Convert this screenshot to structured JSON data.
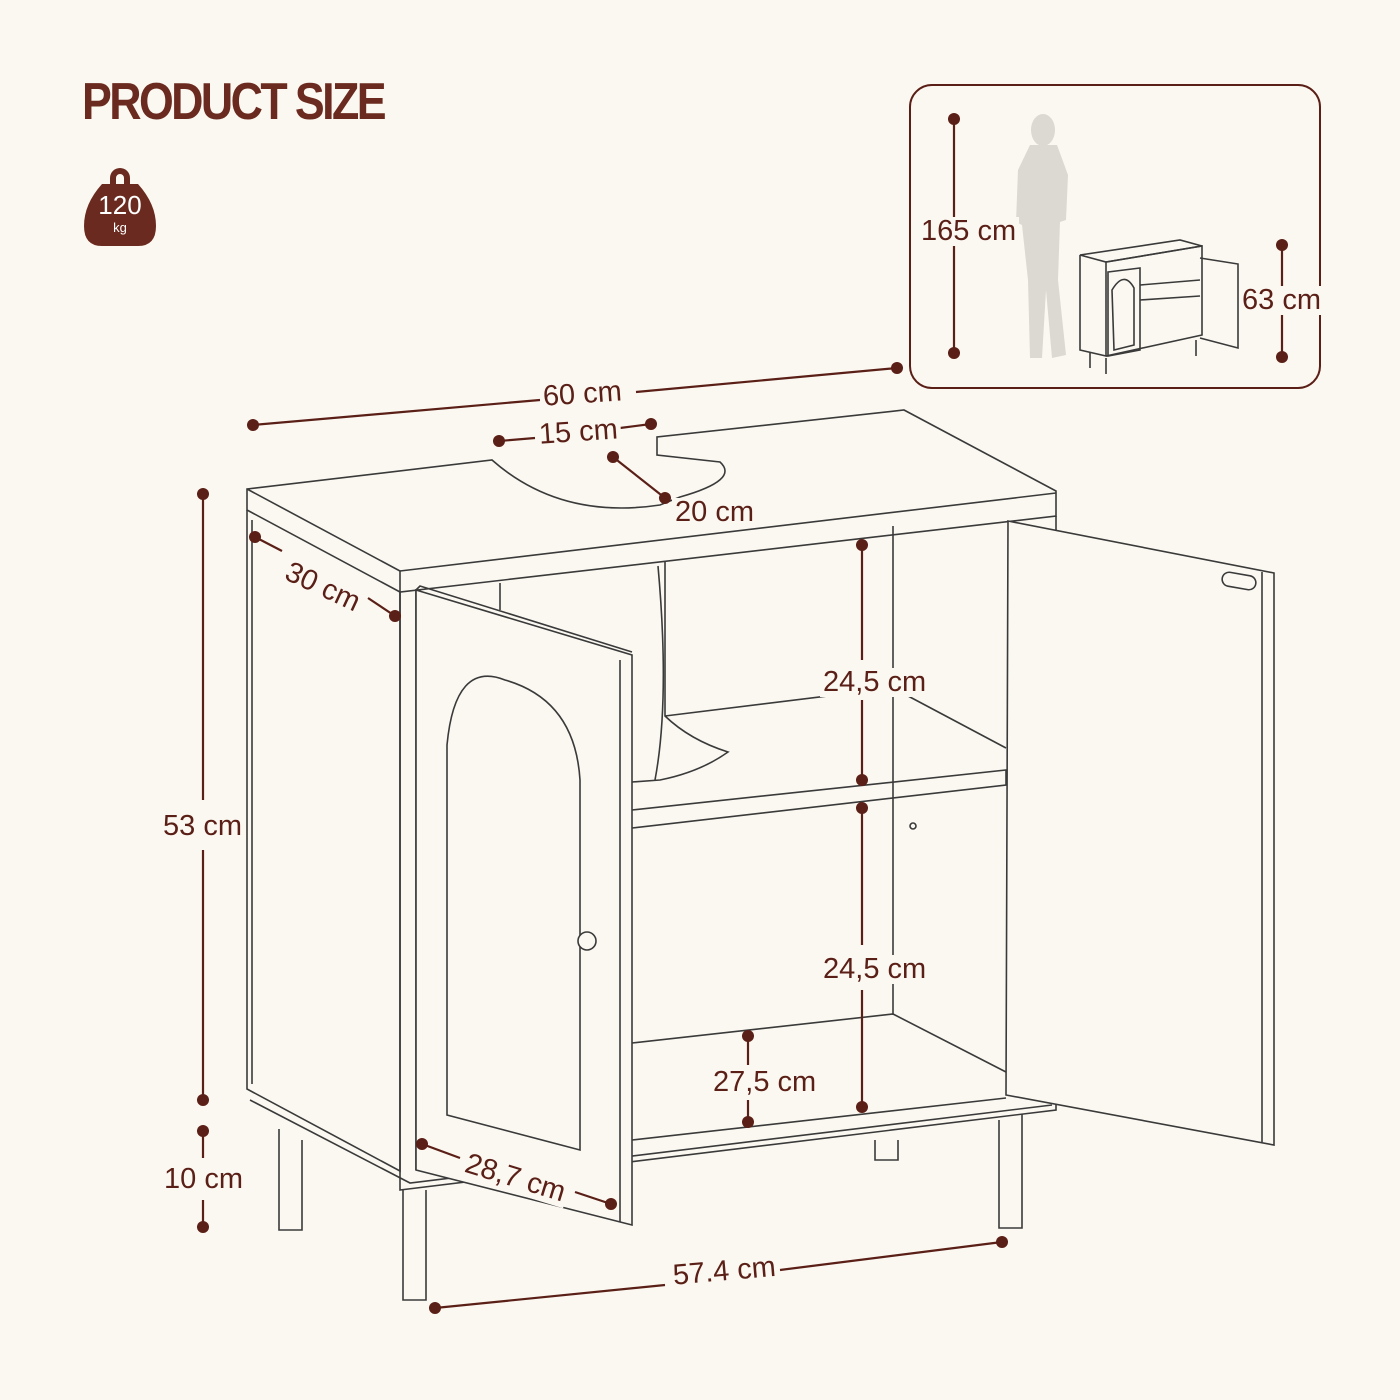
{
  "title": "PRODUCT SIZE",
  "weight": {
    "value": "120",
    "unit": "kg",
    "icon": "weight-icon"
  },
  "colors": {
    "accent": "#6b2a1f",
    "background": "#fbf8f1",
    "line": "#3a3a3a"
  },
  "dimensions": {
    "width_top": "60 cm",
    "cutout_width": "15 cm",
    "cutout_depth": "20 cm",
    "depth": "30 cm",
    "upper_compartment": "24,5 cm",
    "lower_compartment": "24,5 cm",
    "bottom_opening": "27,5 cm",
    "body_height": "53 cm",
    "leg_height": "10 cm",
    "door_width": "28,7 cm",
    "leg_span": "57.4 cm"
  },
  "scale_reference": {
    "person_height": "165 cm",
    "cabinet_height": "63 cm"
  }
}
